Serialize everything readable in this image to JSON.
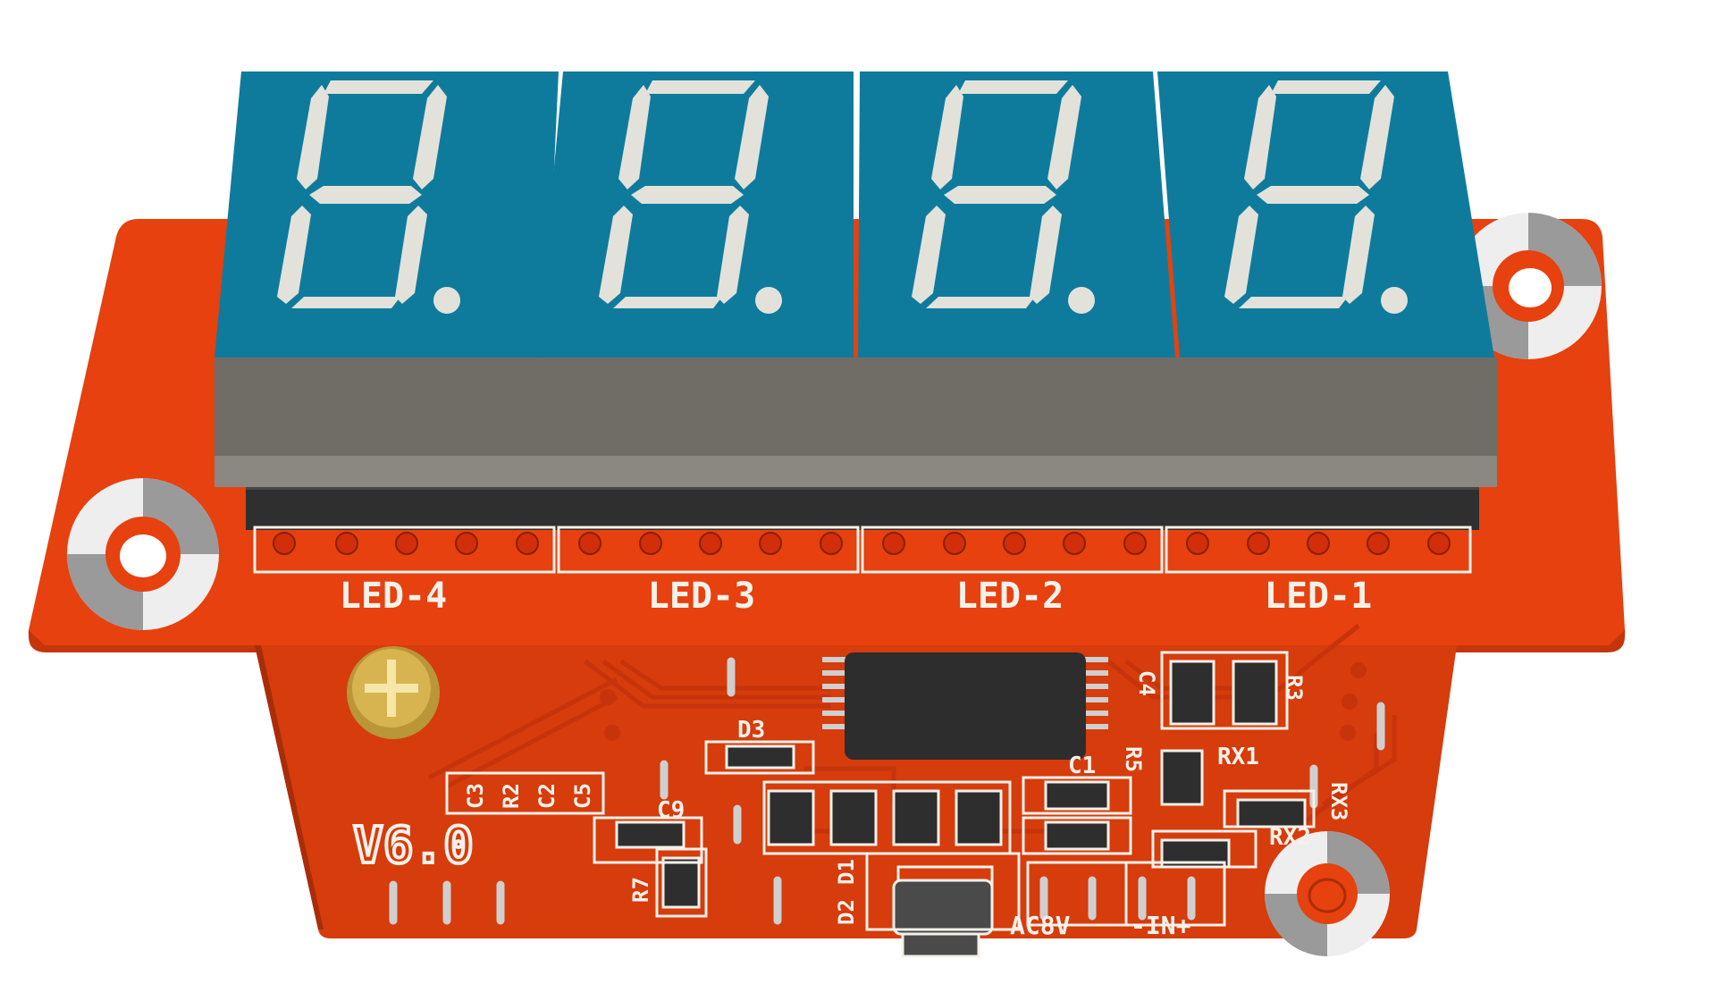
{
  "image": {
    "subject": "pcb-render",
    "colors": {
      "board": "#e6410e",
      "board_edge": "#c4360a",
      "board_lower": "#d63c0c",
      "board_lower_dark": "#a82d08",
      "trace": "#c7330a",
      "display_face": "#0f7b9c",
      "display_body": "#6f6d66",
      "display_body_light": "#8a8881",
      "segment": "#e2e2da",
      "header": "#2f2f2f",
      "silkscreen": "#f4f1ea",
      "ic": "#2d2d2d",
      "pin": "#cfcfcf",
      "pad": "#b7b7b7",
      "brass": "#d8b450",
      "mount_ring": "#eeeeee",
      "mount_ring_dark": "#9a9a9a"
    }
  },
  "board": {
    "display_labels": [
      "LED-4",
      "LED-3",
      "LED-2",
      "LED-1"
    ],
    "version": "V6.0",
    "components": {
      "d3": "D3",
      "d1": "D1",
      "d2": "D2",
      "c1": "C1",
      "c2": "C2",
      "c3": "C3",
      "c4": "C4",
      "c5": "C5",
      "c9": "C9",
      "r2": "R2",
      "r3": "R3",
      "r5": "R5",
      "r7": "R7",
      "rx1": "RX1",
      "rx2": "RX2",
      "rx3": "RX3"
    },
    "connector_labels": {
      "ac": "AC8V",
      "input": "-IN+"
    }
  }
}
